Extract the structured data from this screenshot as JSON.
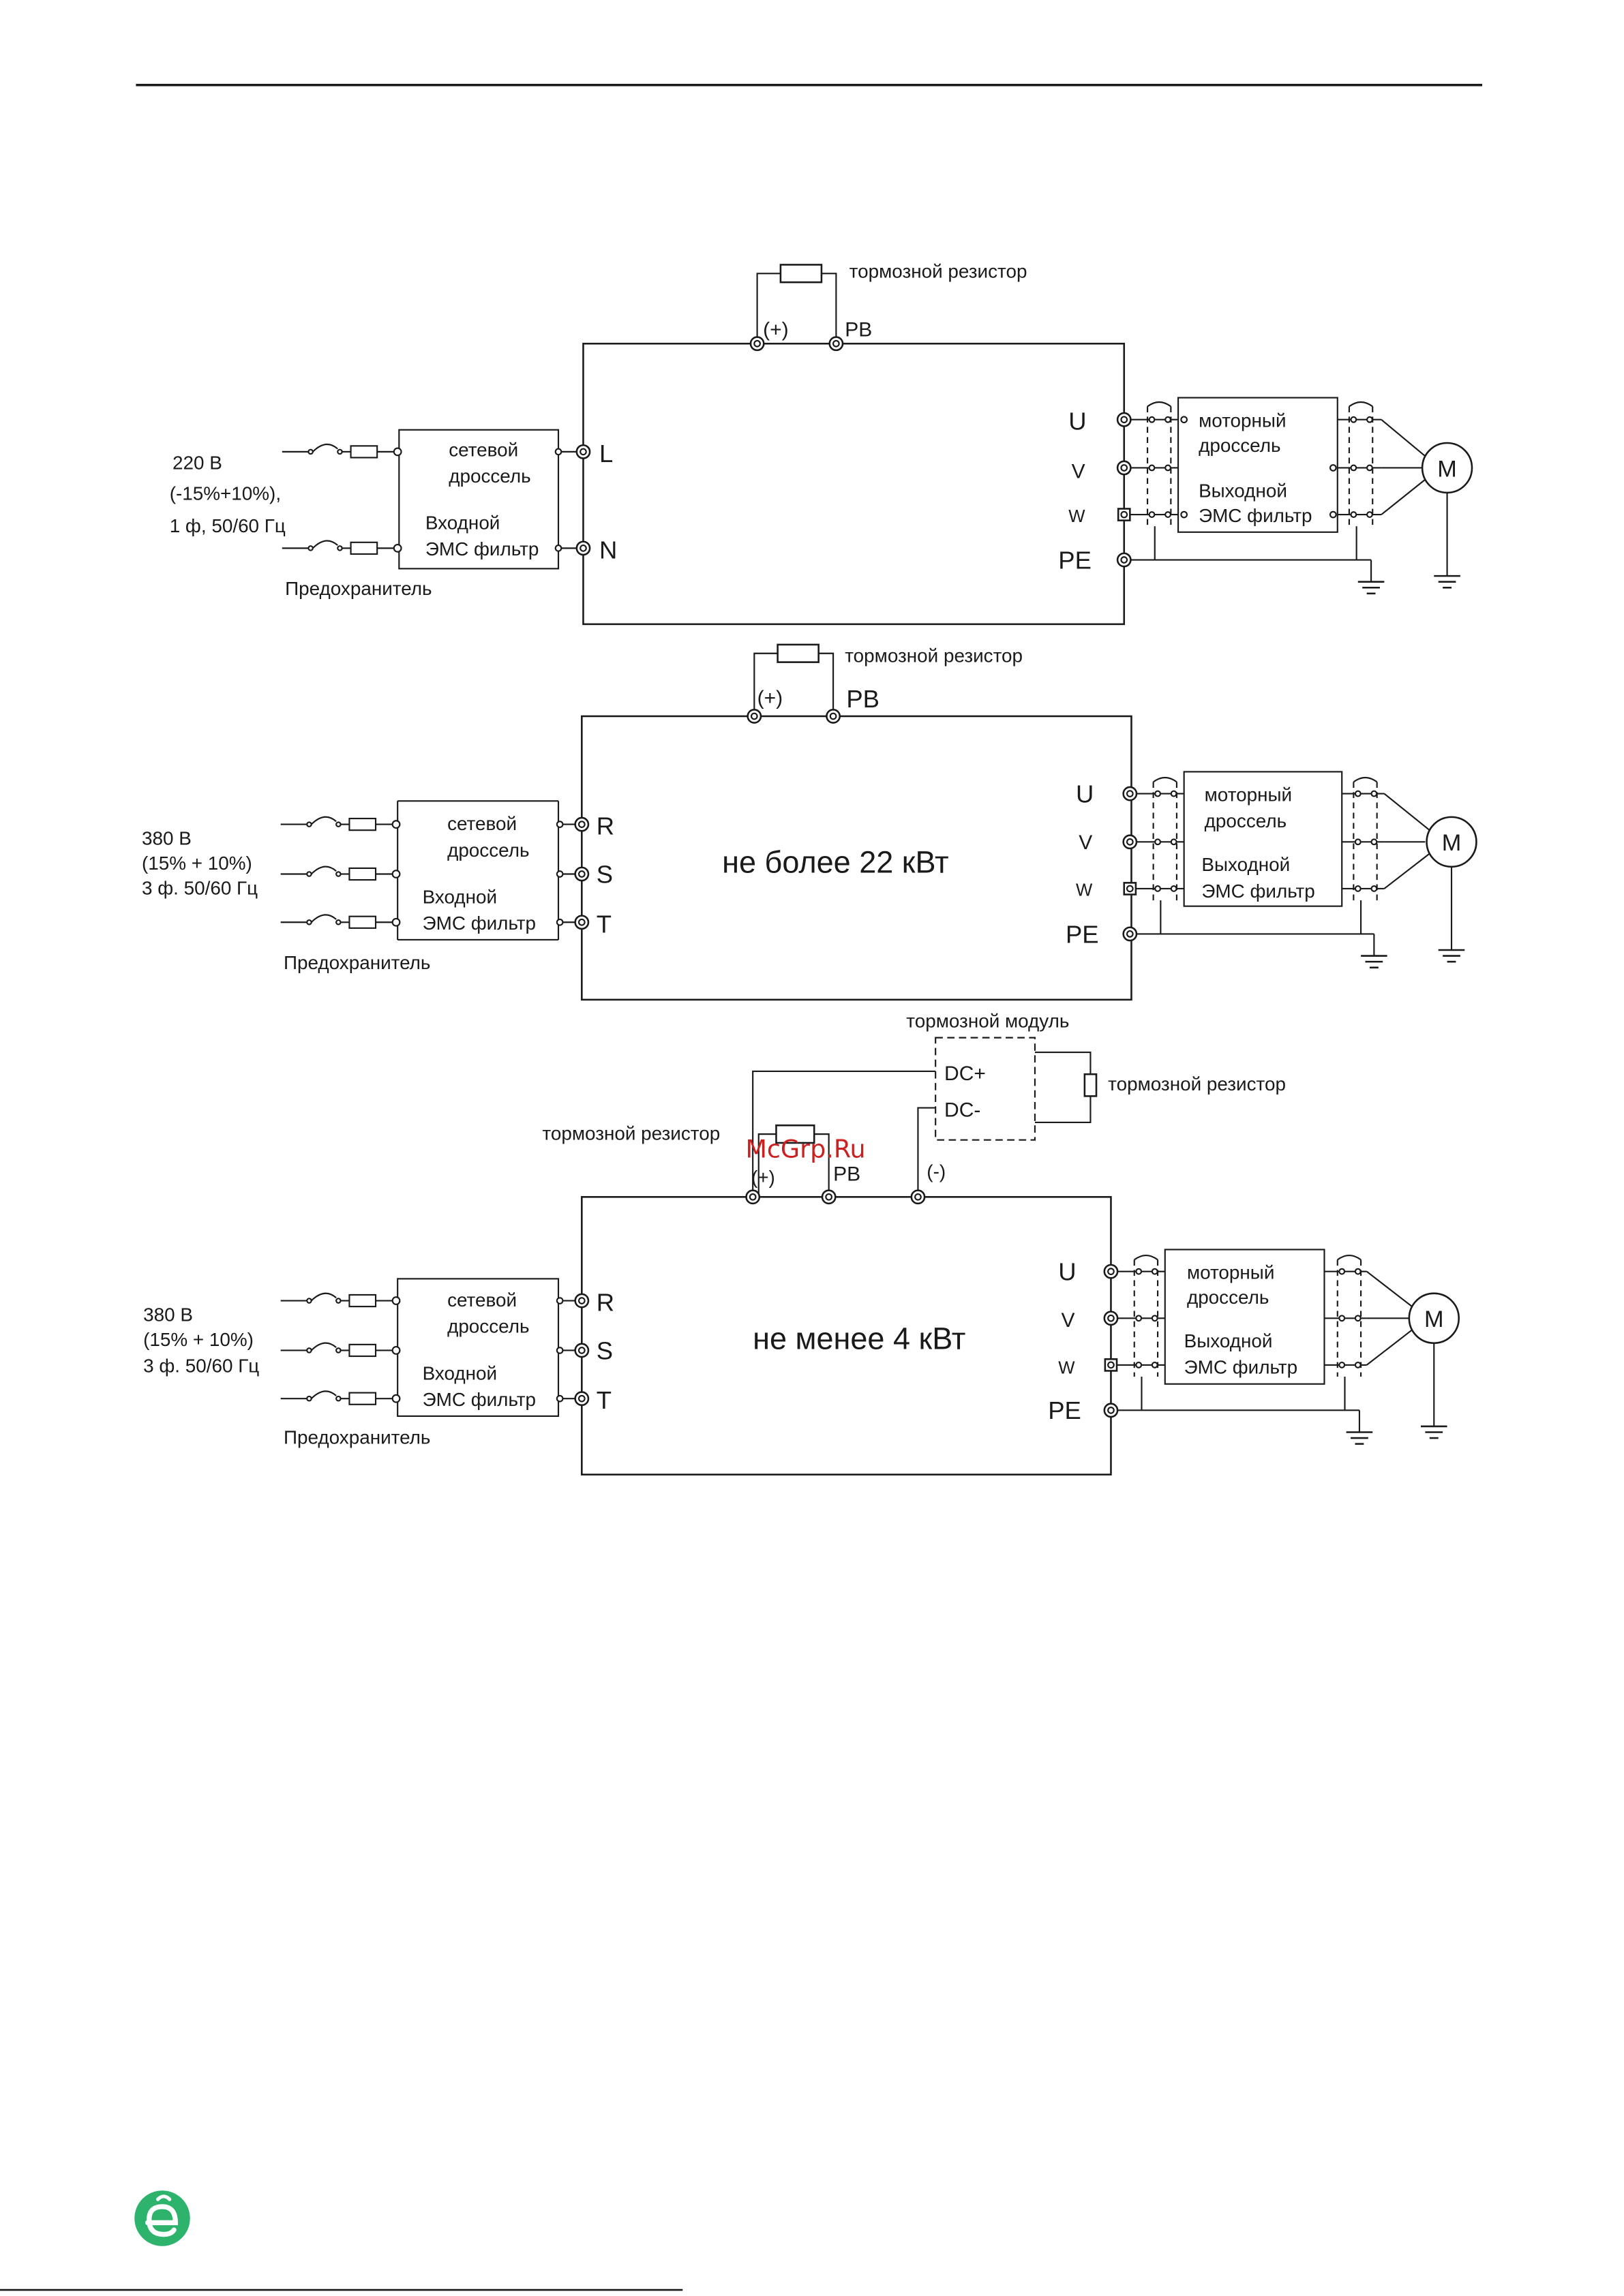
{
  "watermark": "McGrp.Ru",
  "colors": {
    "line": "#1a1a1a",
    "watermark": "#cc1f1f",
    "logo": "#2db36b"
  },
  "icons": {
    "logo": "logo-icon"
  },
  "common": {
    "fuse": "Предохранитель",
    "brake_resistor": "тормозной резистор",
    "line_choke_1": "сетевой",
    "line_choke_2": "дроссель",
    "input_emc_1": "Входной",
    "input_emc_2": "ЭМС фильтр",
    "motor_choke_1": "моторный",
    "motor_choke_2": "дроссель",
    "output_emc_1": "Выходной",
    "output_emc_2": "ЭМС фильтр",
    "motor": "M",
    "plus": "(+)",
    "pb": "PB",
    "u": "U",
    "v": "V",
    "w": "W",
    "pe": "PE"
  },
  "diagram1": {
    "supply_1": "220 В",
    "supply_2": "(-15%+10%),",
    "supply_3": "1 ф, 50/60 Гц",
    "term_1": "L",
    "term_2": "N"
  },
  "diagram2": {
    "supply_1": "380 В",
    "supply_2": "(15% + 10%)",
    "supply_3": "3 ф. 50/60 Гц",
    "term_r": "R",
    "term_s": "S",
    "term_t": "T",
    "power": "не более 22 кВт"
  },
  "diagram3": {
    "supply_1": "380 В",
    "supply_2": "(15% + 10%)",
    "supply_3": "3 ф. 50/60 Гц",
    "term_r": "R",
    "term_s": "S",
    "term_t": "T",
    "power": "не менее 4 кВт",
    "brake_module": "тормозной модуль",
    "dc_plus": "DC+",
    "dc_minus": "DC-",
    "minus": "(-)"
  }
}
